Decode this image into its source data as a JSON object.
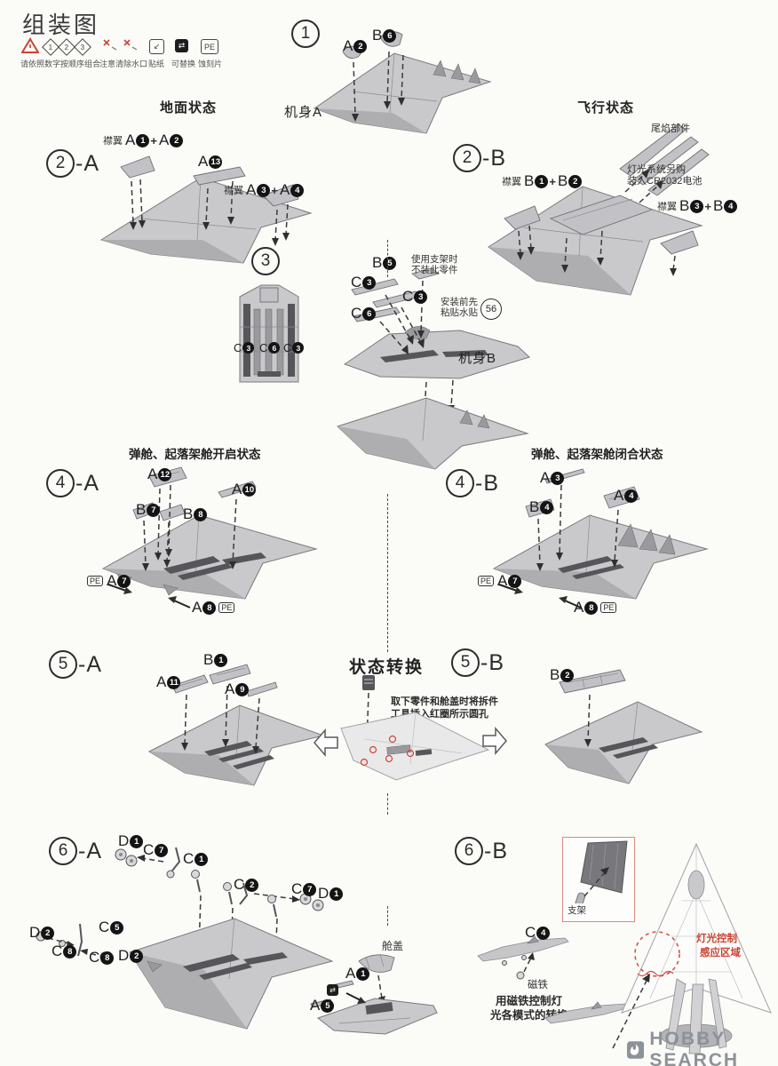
{
  "joiner": "+",
  "page": {
    "title": "组装图"
  },
  "colors": {
    "accent_red": "#cc4434",
    "brand_gray": "#8d9298",
    "part_gray": "#c9c9cc"
  },
  "legend": {
    "order": "请依照数字按顺序组合",
    "nums": [
      "1",
      "2",
      "3"
    ],
    "sprue": "注意清除水口",
    "decal": "贴纸",
    "replace": "可替换",
    "pe_abbr": "PE",
    "pe": "蚀刻片"
  },
  "headers": {
    "ground": "地面状态",
    "flight": "飞行状态"
  },
  "watermark": {
    "brand": "HOBBY SEARCH"
  },
  "steps": {
    "s1": {
      "num": "1",
      "fuselage": "机身A",
      "chips": {
        "a2": {
          "parts": [
            [
              "A",
              "2"
            ]
          ]
        },
        "b6": {
          "parts": [
            [
              "B",
              "6"
            ]
          ]
        }
      }
    },
    "s2a": {
      "num": "2",
      "suffix": "-A",
      "chips": {
        "f12": {
          "prefix": "襟翼",
          "parts": [
            [
              "A",
              "1"
            ],
            [
              "A",
              "2"
            ]
          ]
        },
        "a13": {
          "parts": [
            [
              "A",
              "13"
            ]
          ]
        },
        "f34": {
          "prefix": "襟翼",
          "parts": [
            [
              "A",
              "3"
            ],
            [
              "A",
              "4"
            ]
          ]
        }
      }
    },
    "s2b": {
      "num": "2",
      "suffix": "-B",
      "tail_note": "尾焰部件",
      "light_note_1": "灯光系统另购",
      "light_note_2": "装入CR2032电池",
      "chips": {
        "f12": {
          "prefix": "襟翼",
          "parts": [
            [
              "B",
              "1"
            ],
            [
              "B",
              "2"
            ]
          ]
        },
        "f34": {
          "prefix": "襟翼",
          "parts": [
            [
              "B",
              "3"
            ],
            [
              "B",
              "4"
            ]
          ]
        }
      }
    },
    "s3": {
      "num": "3",
      "fuselage": "机身B",
      "stand_note_1": "使用支架时",
      "stand_note_2": "不装此零件",
      "decal_note_1": "安装前先",
      "decal_note_2": "粘贴水贴",
      "decal_num": "56",
      "chips": {
        "b5": {
          "parts": [
            [
              "B",
              "5"
            ]
          ]
        },
        "c3a": {
          "parts": [
            [
              "C",
              "3"
            ]
          ]
        },
        "c3b": {
          "parts": [
            [
              "C",
              "3"
            ]
          ]
        },
        "c6": {
          "parts": [
            [
              "C",
              "6"
            ]
          ]
        },
        "ic3a": {
          "parts": [
            [
              "C",
              "3"
            ]
          ]
        },
        "ic6": {
          "parts": [
            [
              "C",
              "6"
            ]
          ]
        },
        "ic3b": {
          "parts": [
            [
              "C",
              "3"
            ]
          ]
        }
      }
    },
    "s4a": {
      "num": "4",
      "suffix": "-A",
      "title": "弹舱、起落架舱开启状态",
      "chips": {
        "a12": {
          "parts": [
            [
              "A",
              "12"
            ]
          ]
        },
        "a10": {
          "parts": [
            [
              "A",
              "10"
            ]
          ]
        },
        "b7": {
          "parts": [
            [
              "B",
              "7"
            ]
          ]
        },
        "b8": {
          "parts": [
            [
              "B",
              "8"
            ]
          ]
        },
        "a7": {
          "pe_before": true,
          "parts": [
            [
              "A",
              "7"
            ]
          ]
        },
        "a8": {
          "pe_after": true,
          "parts": [
            [
              "A",
              "8"
            ]
          ]
        }
      }
    },
    "s4b": {
      "num": "4",
      "suffix": "-B",
      "title": "弹舱、起落架舱闭合状态",
      "chips": {
        "a3": {
          "parts": [
            [
              "A",
              "3"
            ]
          ]
        },
        "a4": {
          "parts": [
            [
              "A",
              "4"
            ]
          ]
        },
        "b4": {
          "parts": [
            [
              "B",
              "4"
            ]
          ]
        },
        "a7": {
          "pe_before": true,
          "parts": [
            [
              "A",
              "7"
            ]
          ]
        },
        "a8": {
          "pe_after": true,
          "parts": [
            [
              "A",
              "8"
            ]
          ]
        }
      }
    },
    "s5a": {
      "num": "5",
      "suffix": "-A",
      "chips": {
        "a11": {
          "parts": [
            [
              "A",
              "11"
            ]
          ]
        },
        "b1": {
          "parts": [
            [
              "B",
              "1"
            ]
          ]
        },
        "a9": {
          "parts": [
            [
              "A",
              "9"
            ]
          ]
        }
      }
    },
    "convert": {
      "title": "状态转换",
      "note_1": "取下零件和舱盖时将拆件",
      "note_2": "工具插入红圈所示圆孔"
    },
    "s5b": {
      "num": "5",
      "suffix": "-B",
      "chips": {
        "b2": {
          "parts": [
            [
              "B",
              "2"
            ]
          ]
        }
      }
    },
    "s6a": {
      "num": "6",
      "suffix": "-A",
      "canopy": "舱盖",
      "chips": {
        "d1a": {
          "parts": [
            [
              "D",
              "1"
            ]
          ]
        },
        "c7a": {
          "parts": [
            [
              "C",
              "7"
            ]
          ]
        },
        "c1": {
          "parts": [
            [
              "C",
              "1"
            ]
          ]
        },
        "c2": {
          "parts": [
            [
              "C",
              "2"
            ]
          ]
        },
        "c7b": {
          "parts": [
            [
              "C",
              "7"
            ]
          ]
        },
        "d1b": {
          "parts": [
            [
              "D",
              "1"
            ]
          ]
        },
        "d2a": {
          "parts": [
            [
              "D",
              "2"
            ]
          ]
        },
        "c5": {
          "parts": [
            [
              "C",
              "5"
            ]
          ]
        },
        "c8a": {
          "parts": [
            [
              "C",
              "8"
            ]
          ]
        },
        "c8b": {
          "parts": [
            [
              "C",
              "8"
            ]
          ]
        },
        "d2b": {
          "parts": [
            [
              "D",
              "2"
            ]
          ]
        },
        "a1": {
          "parts": [
            [
              "A",
              "1"
            ]
          ]
        },
        "a5": {
          "parts": [
            [
              "A",
              "5"
            ]
          ]
        }
      }
    },
    "s6b": {
      "num": "6",
      "suffix": "-B",
      "stand": "支架",
      "chips": {
        "c4": {
          "parts": [
            [
              "C",
              "4"
            ]
          ]
        }
      },
      "magnet": "磁铁",
      "magnet_note_1": "用磁铁控制灯",
      "magnet_note_2": "光各模式的转换",
      "light_area_1": "灯光控制",
      "light_area_2": "感应区域"
    }
  }
}
